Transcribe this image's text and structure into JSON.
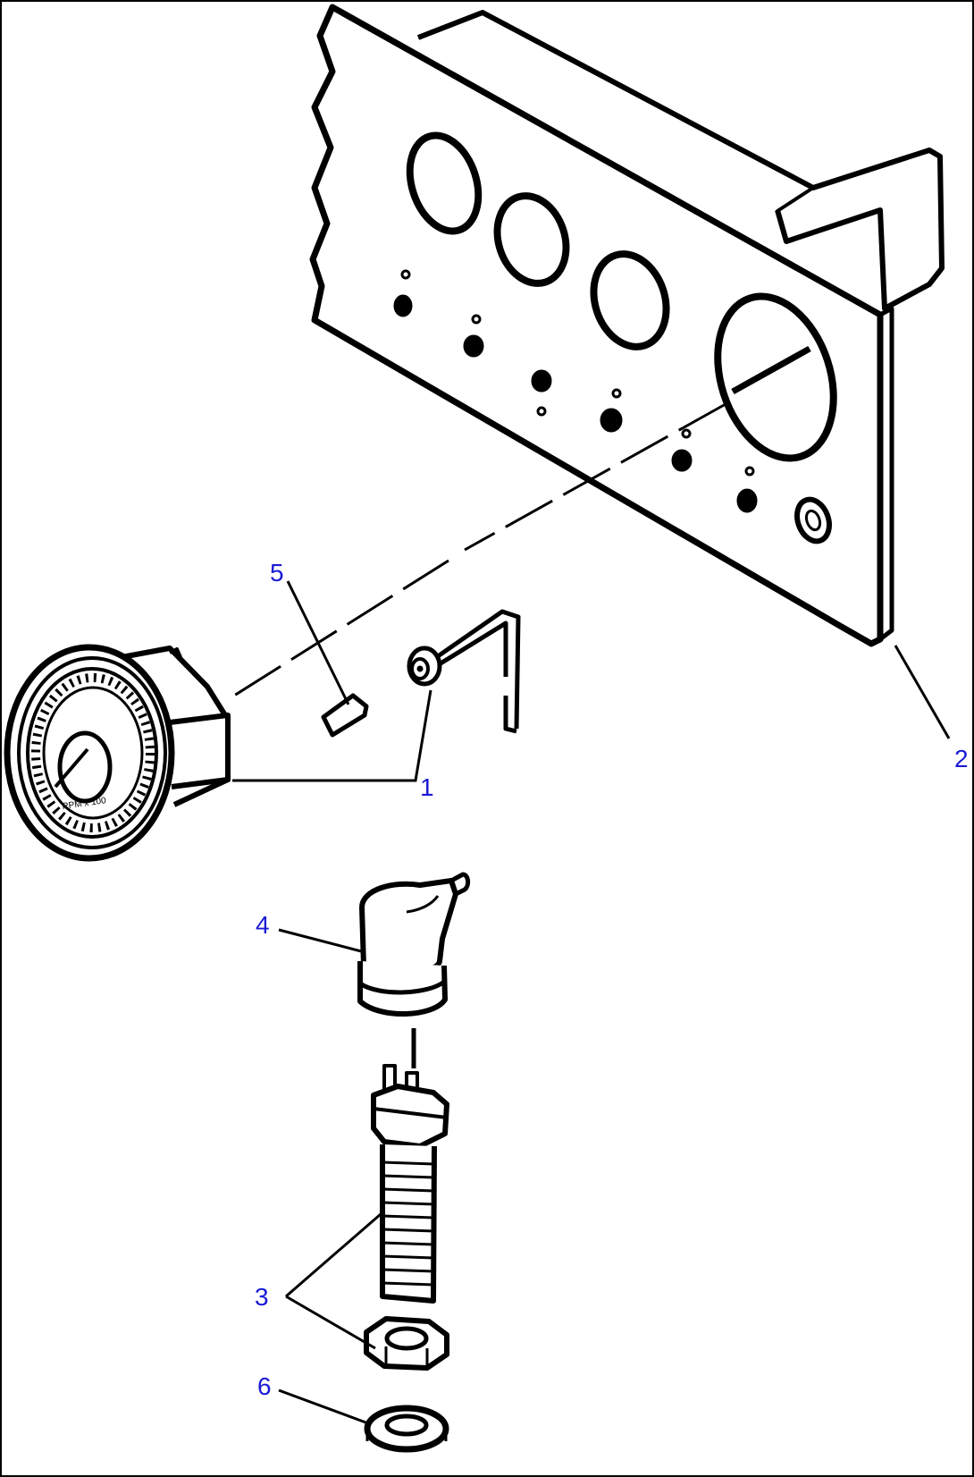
{
  "diagram": {
    "callouts": [
      {
        "id": "c1",
        "label": "1"
      },
      {
        "id": "c2",
        "label": "2"
      },
      {
        "id": "c3",
        "label": "3"
      },
      {
        "id": "c4",
        "label": "4"
      },
      {
        "id": "c5",
        "label": "5"
      },
      {
        "id": "c6",
        "label": "6"
      }
    ],
    "gauge_dial_text": "RPM x 100"
  },
  "colors": {
    "line": "#000000",
    "callout": "#1a1ad6",
    "background": "#ffffff"
  }
}
